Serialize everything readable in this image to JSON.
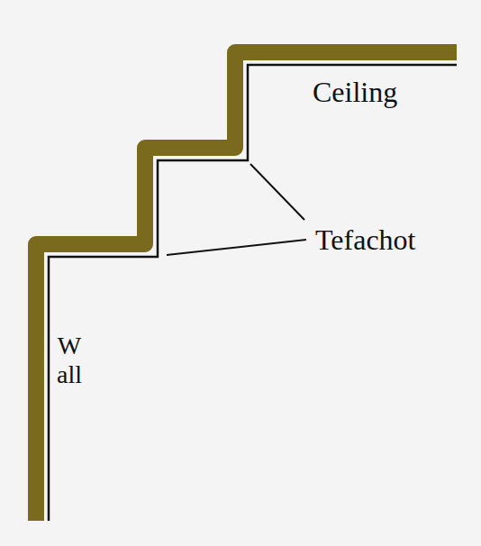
{
  "diagram": {
    "labels": [
      "Ceiling",
      "Tefachot",
      "Wall"
    ]
  }
}
